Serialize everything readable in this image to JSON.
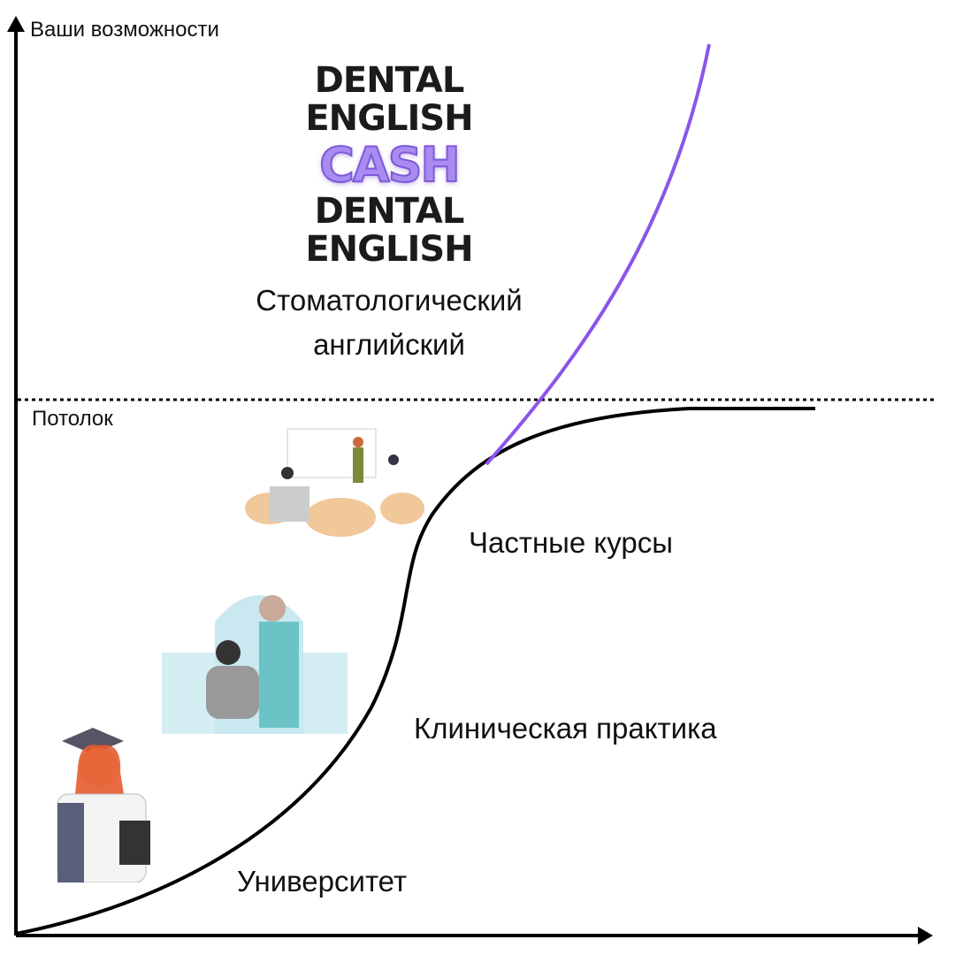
{
  "axes": {
    "y_label": "Ваши возможности",
    "ceiling_label": "Потолок"
  },
  "logo": {
    "line1": "DENTAL",
    "line2": "ENGLISH",
    "line3": "DENTAL",
    "line4": "ENGLISH",
    "overlay": "CASH"
  },
  "stages": [
    {
      "label": "Университет"
    },
    {
      "label": "Клиническая практика"
    },
    {
      "label": "Частные курсы"
    },
    {
      "label": "Стоматологический английский"
    }
  ],
  "colors": {
    "curve": "#000000",
    "growth": "#8b55ea",
    "logo_purple": "#a98bf2"
  }
}
